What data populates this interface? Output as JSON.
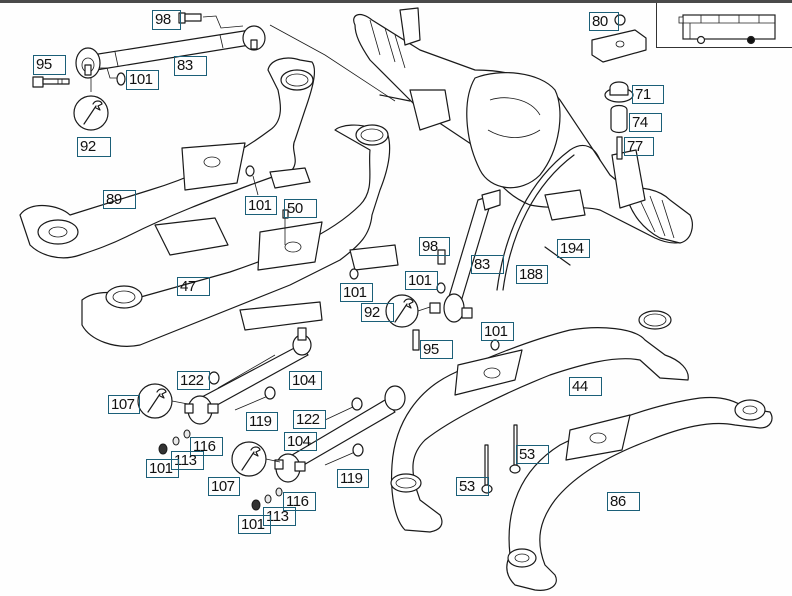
{
  "diagram": {
    "title": "Rear axle suspension – trailing arms and reaction rods",
    "vehicle_thumbnail": "bus-side-view-icon",
    "colors": {
      "callout_border": "#1b5f78",
      "line": "#1a1a1a",
      "top_bar": "#4a4a4a"
    },
    "tool_symbol": "wrench-icon",
    "callouts": [
      {
        "id": "c98a",
        "label": "98"
      },
      {
        "id": "c95a",
        "label": "95"
      },
      {
        "id": "c101a",
        "label": "101"
      },
      {
        "id": "c83a",
        "label": "83"
      },
      {
        "id": "c92a",
        "label": "92"
      },
      {
        "id": "c80",
        "label": "80"
      },
      {
        "id": "c71",
        "label": "71"
      },
      {
        "id": "c74",
        "label": "74"
      },
      {
        "id": "c77",
        "label": "77"
      },
      {
        "id": "c89",
        "label": "89"
      },
      {
        "id": "c101b",
        "label": "101"
      },
      {
        "id": "c50",
        "label": "50"
      },
      {
        "id": "c47",
        "label": "47"
      },
      {
        "id": "c101c",
        "label": "101"
      },
      {
        "id": "c98b",
        "label": "98"
      },
      {
        "id": "c194",
        "label": "194"
      },
      {
        "id": "c83b",
        "label": "83"
      },
      {
        "id": "c188",
        "label": "188"
      },
      {
        "id": "c101d",
        "label": "101"
      },
      {
        "id": "c92b",
        "label": "92"
      },
      {
        "id": "c95b",
        "label": "95"
      },
      {
        "id": "c101e",
        "label": "101"
      },
      {
        "id": "c122a",
        "label": "122"
      },
      {
        "id": "c104a",
        "label": "104"
      },
      {
        "id": "c107a",
        "label": "107"
      },
      {
        "id": "c119a",
        "label": "119"
      },
      {
        "id": "c122b",
        "label": "122"
      },
      {
        "id": "c116a",
        "label": "116"
      },
      {
        "id": "c113a",
        "label": "113"
      },
      {
        "id": "c101f",
        "label": "101"
      },
      {
        "id": "c104b",
        "label": "104"
      },
      {
        "id": "c107b",
        "label": "107"
      },
      {
        "id": "c119b",
        "label": "119"
      },
      {
        "id": "c116b",
        "label": "116"
      },
      {
        "id": "c113b",
        "label": "113"
      },
      {
        "id": "c101g",
        "label": "101"
      },
      {
        "id": "c44",
        "label": "44"
      },
      {
        "id": "c53a",
        "label": "53"
      },
      {
        "id": "c53b",
        "label": "53"
      },
      {
        "id": "c86",
        "label": "86"
      }
    ]
  }
}
